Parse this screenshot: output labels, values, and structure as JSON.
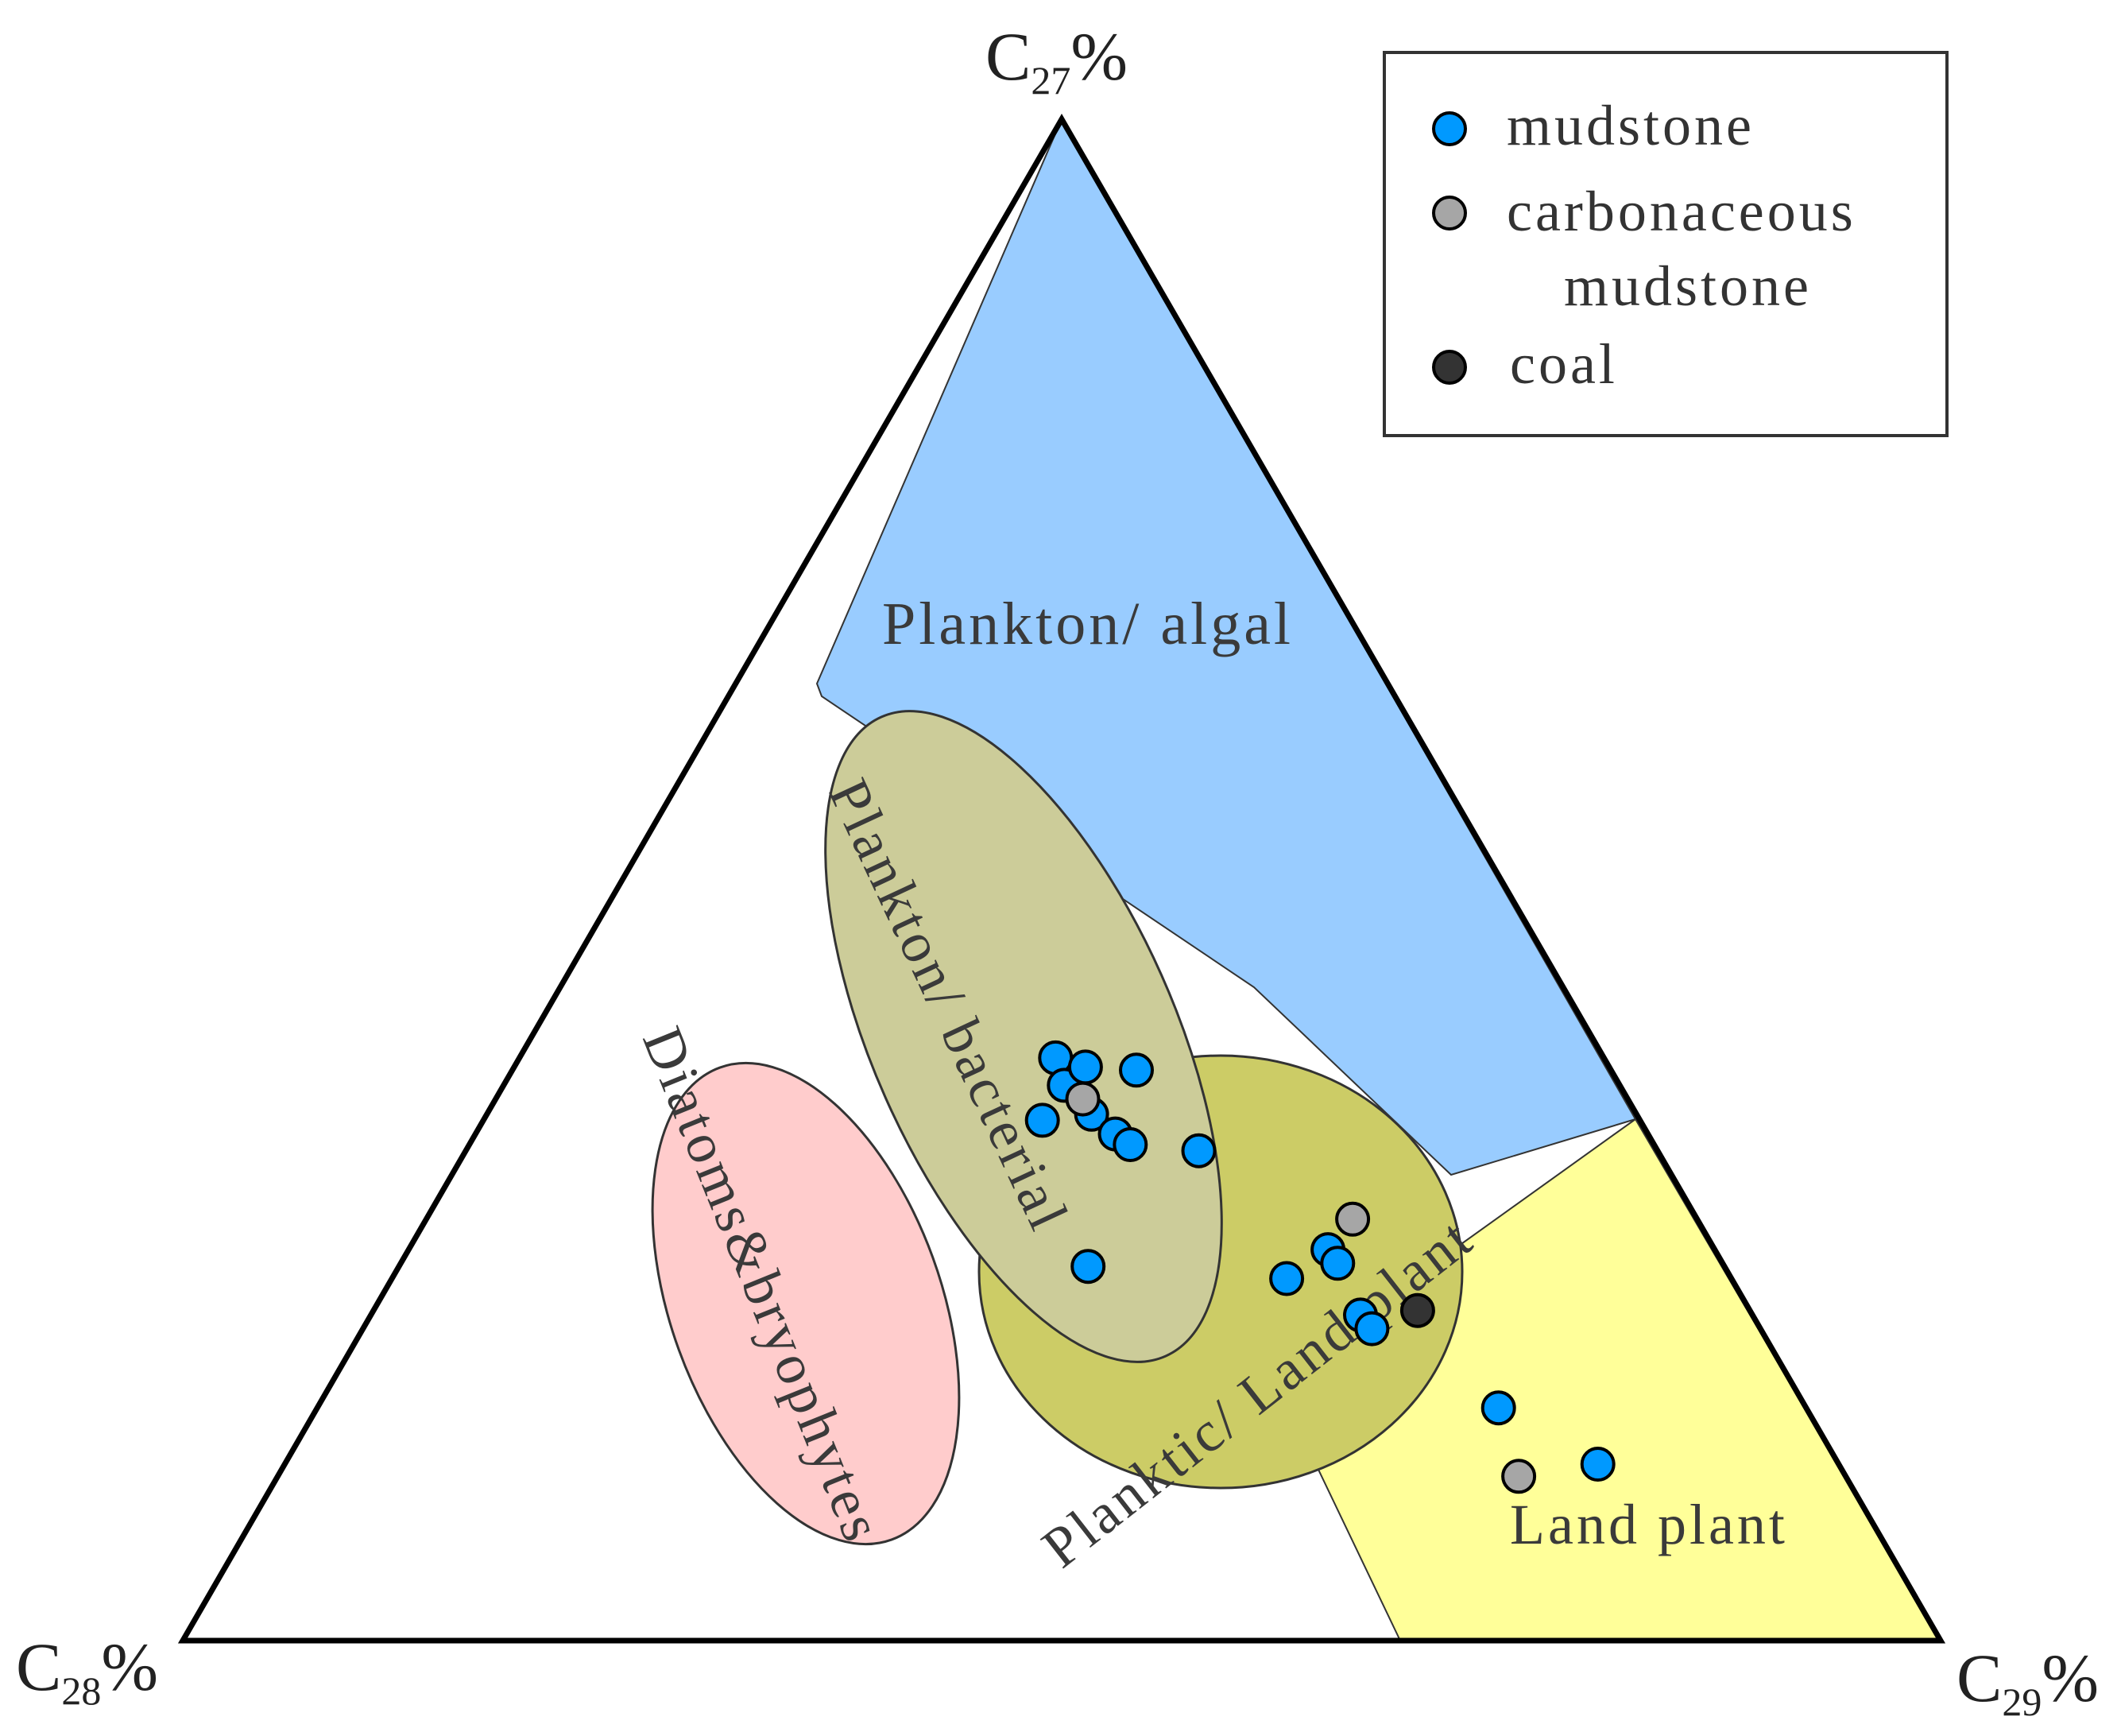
{
  "chart_data": {
    "type": "ternary-scatter",
    "title": "",
    "vertices": {
      "top": {
        "base": "C",
        "sub": "27",
        "suffix": "%"
      },
      "left": {
        "base": "C",
        "sub": "28",
        "suffix": "%"
      },
      "right": {
        "base": "C",
        "sub": "29",
        "suffix": "%"
      }
    },
    "regions": [
      {
        "name": "Plankton/ algal",
        "color": "#99ccff"
      },
      {
        "name": "Land plant",
        "color": "#ffff99"
      },
      {
        "name": "Planktic/ Land plant",
        "color": "#cccc66"
      },
      {
        "name": "Plankton/ bacterial",
        "color": "#cccc99"
      },
      {
        "name": "Diatoms&bryophytes",
        "color": "#ffcccc"
      }
    ],
    "legend": {
      "position": "top-right",
      "entries": [
        {
          "label": "mudstone",
          "color": "#0099ff"
        },
        {
          "label": "carbonaceous",
          "label2": "mudstone",
          "color": "#a6a6a6"
        },
        {
          "label": "coal",
          "color": "#333333"
        }
      ]
    },
    "series": [
      {
        "name": "mudstone",
        "color": "#0099ff",
        "points": [
          {
            "c27": 38.3,
            "c28": 31.2,
            "c29": 30.5
          },
          {
            "c27": 36.5,
            "c28": 31.6,
            "c29": 31.9
          },
          {
            "c27": 37.7,
            "c28": 29.8,
            "c29": 32.5
          },
          {
            "c27": 37.5,
            "c28": 27.0,
            "c29": 35.5
          },
          {
            "c27": 34.6,
            "c28": 31.0,
            "c29": 34.4
          },
          {
            "c27": 34.2,
            "c28": 34.0,
            "c29": 31.8
          },
          {
            "c27": 33.3,
            "c28": 30.3,
            "c29": 36.4
          },
          {
            "c27": 32.6,
            "c28": 29.8,
            "c29": 37.6
          },
          {
            "c27": 32.2,
            "c28": 26.1,
            "c29": 41.7
          },
          {
            "c27": 24.6,
            "c28": 36.2,
            "c29": 39.2
          },
          {
            "c27": 23.8,
            "c28": 25.3,
            "c29": 50.9
          },
          {
            "c27": 25.7,
            "c28": 22.0,
            "c29": 52.3
          },
          {
            "c27": 24.8,
            "c28": 21.9,
            "c29": 53.3
          },
          {
            "c27": 21.4,
            "c28": 22.3,
            "c29": 56.3
          },
          {
            "c27": 20.5,
            "c28": 22.1,
            "c29": 57.4
          },
          {
            "c27": 15.3,
            "c28": 17.5,
            "c29": 67.2
          },
          {
            "c27": 11.6,
            "c28": 13.7,
            "c29": 74.7
          }
        ]
      },
      {
        "name": "carbonaceous mudstone",
        "color": "#a6a6a6",
        "points": [
          {
            "c27": 35.6,
            "c28": 31.0,
            "c29": 33.4
          },
          {
            "c27": 27.7,
            "c28": 19.6,
            "c29": 52.7
          },
          {
            "c27": 10.8,
            "c28": 18.6,
            "c29": 70.6
          }
        ]
      },
      {
        "name": "coal",
        "color": "#333333",
        "points": [
          {
            "c27": 21.7,
            "c28": 18.9,
            "c29": 59.4
          }
        ]
      }
    ]
  }
}
